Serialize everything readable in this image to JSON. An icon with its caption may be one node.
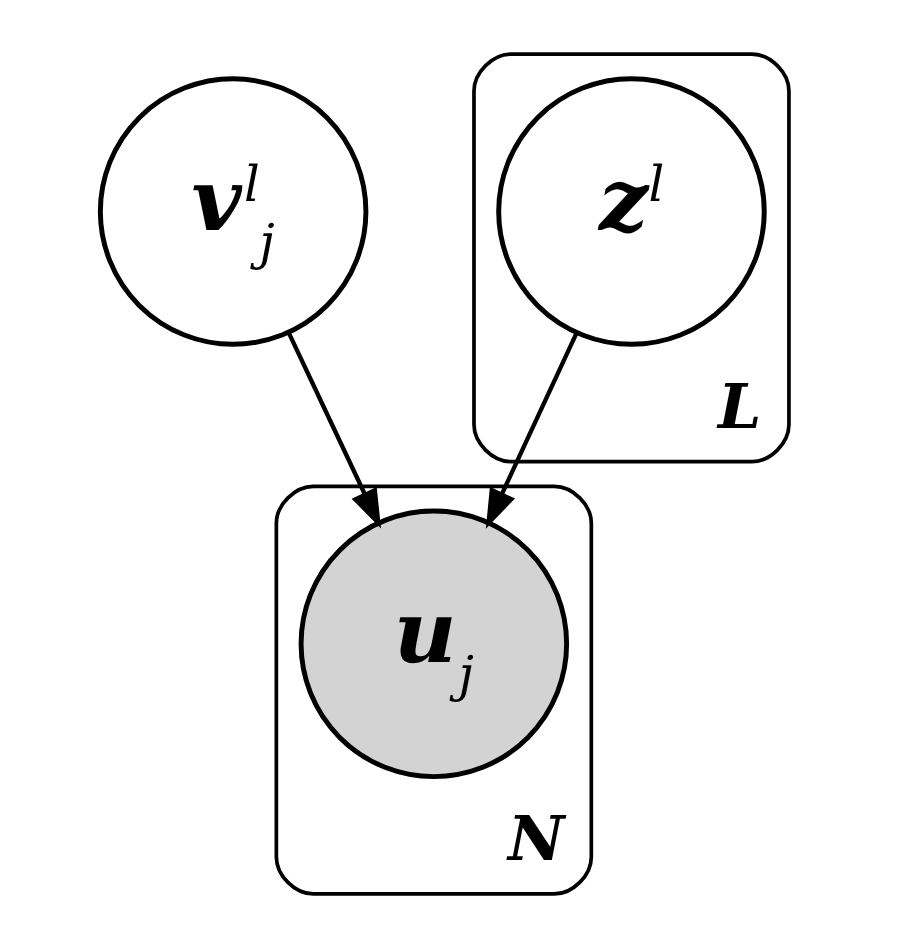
{
  "diagram": {
    "nodes": [
      {
        "text": [
          "N"
        ]
      },
      {
        "text": [
          "L"
        ]
      },
      {
        "text": [
          "v$^{l}$$_{j}$"
        ]
      },
      {
        "text": [
          "z$^{l}$"
        ],
        "in": 1
      },
      {
        "text": [
          "u$_{j}$"
        ],
        "in": 0
      }
    ],
    "edges": [
      {
        "from": 2,
        "to": 4,
        "arrow": "to"
      },
      {
        "from": 3,
        "to": 4,
        "arrow": "to"
      }
    ]
  }
}
